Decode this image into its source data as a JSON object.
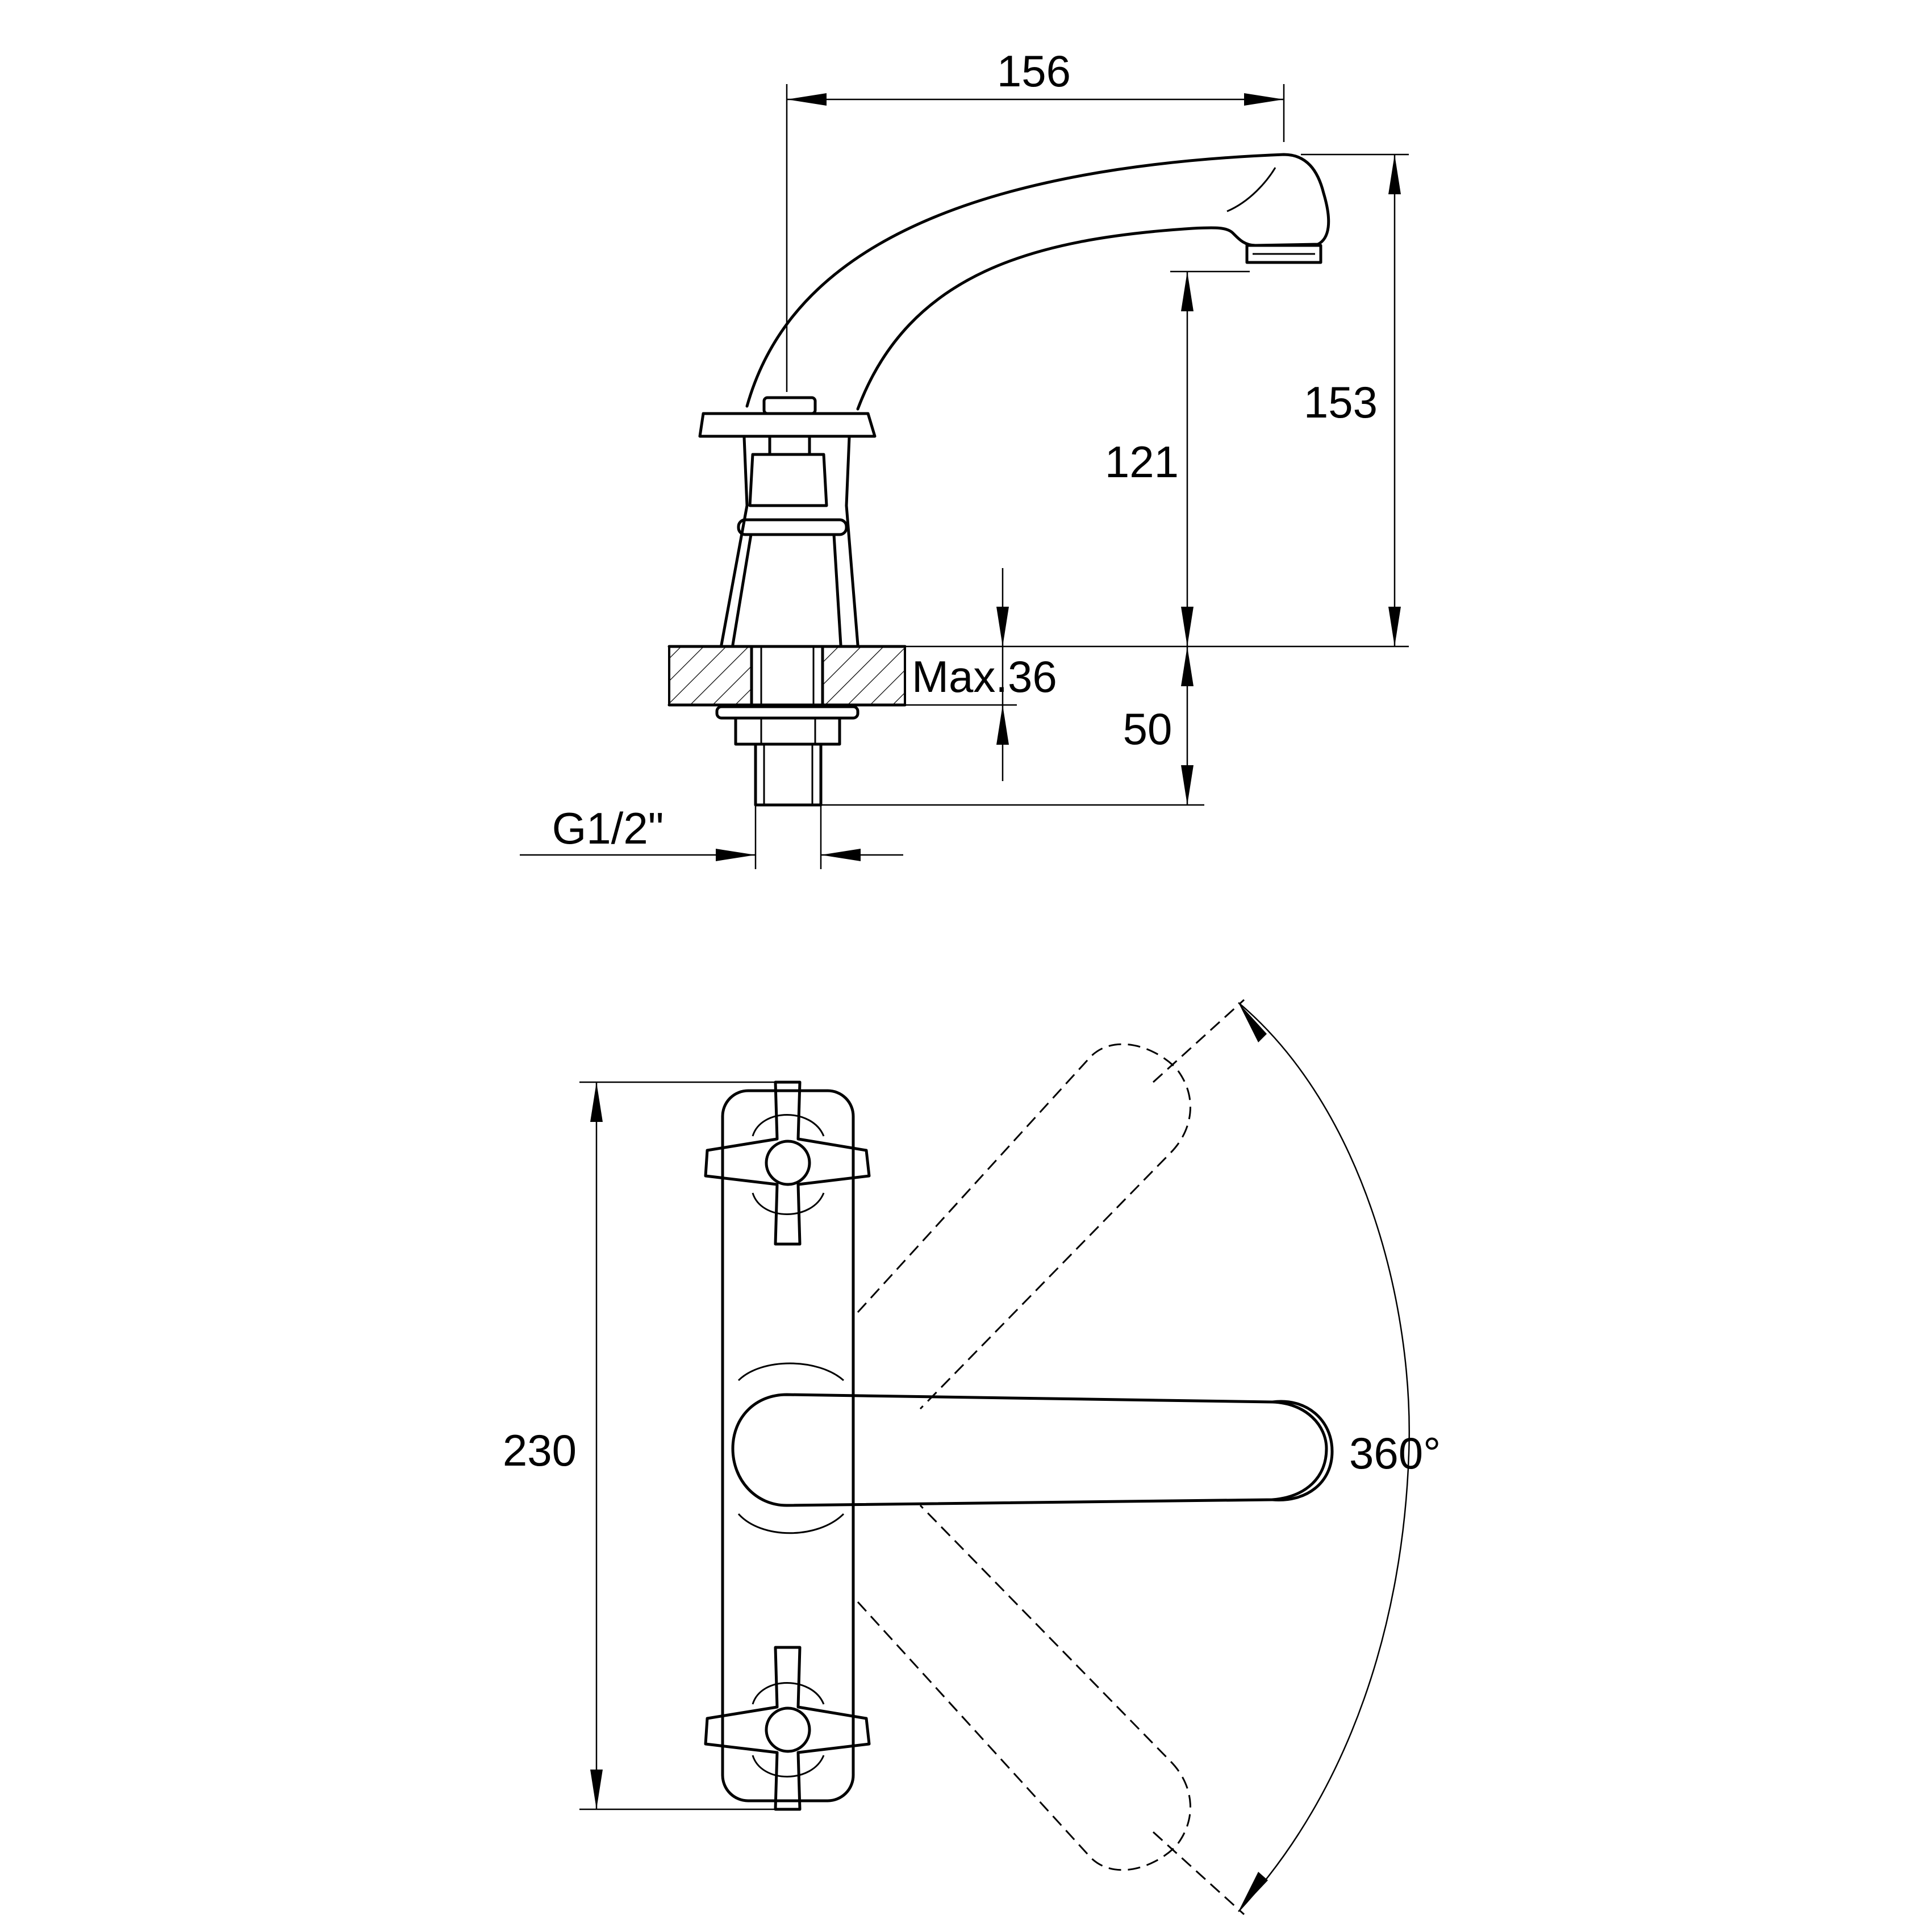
{
  "side_view": {
    "dim_width": "156",
    "dim_height_total": "153",
    "dim_outlet_height": "121",
    "dim_max_deck": "Max.36",
    "dim_shank": "50",
    "dim_thread": "G1/2\""
  },
  "top_view": {
    "dim_length": "230",
    "dim_rotation": "360°"
  }
}
